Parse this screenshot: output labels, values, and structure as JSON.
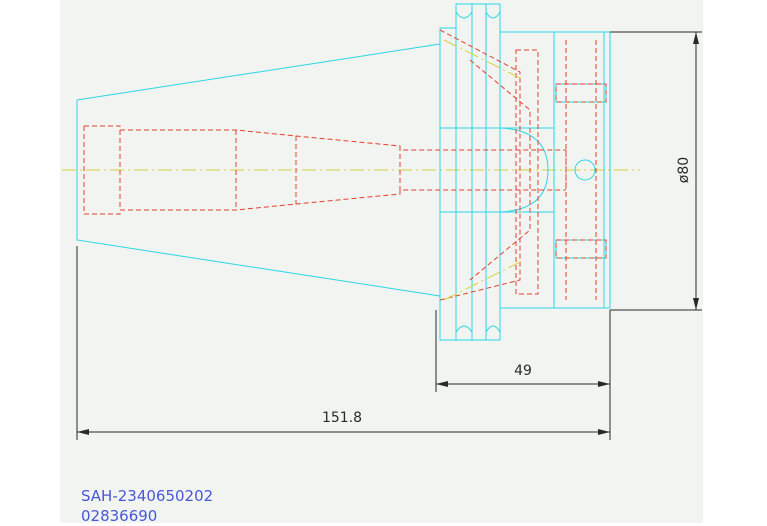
{
  "dimensions": {
    "diameter": "ø80",
    "flange_length": "49",
    "total_length": "151.8"
  },
  "part": {
    "code": "SAH-2340650202",
    "number": "02836690"
  },
  "colors": {
    "outline": "#2bd6e6",
    "hidden_lines": "#e5402f",
    "center_lines": "#d8d23a",
    "dimensions": "#2a2a2a",
    "labels": "#4857d8"
  }
}
